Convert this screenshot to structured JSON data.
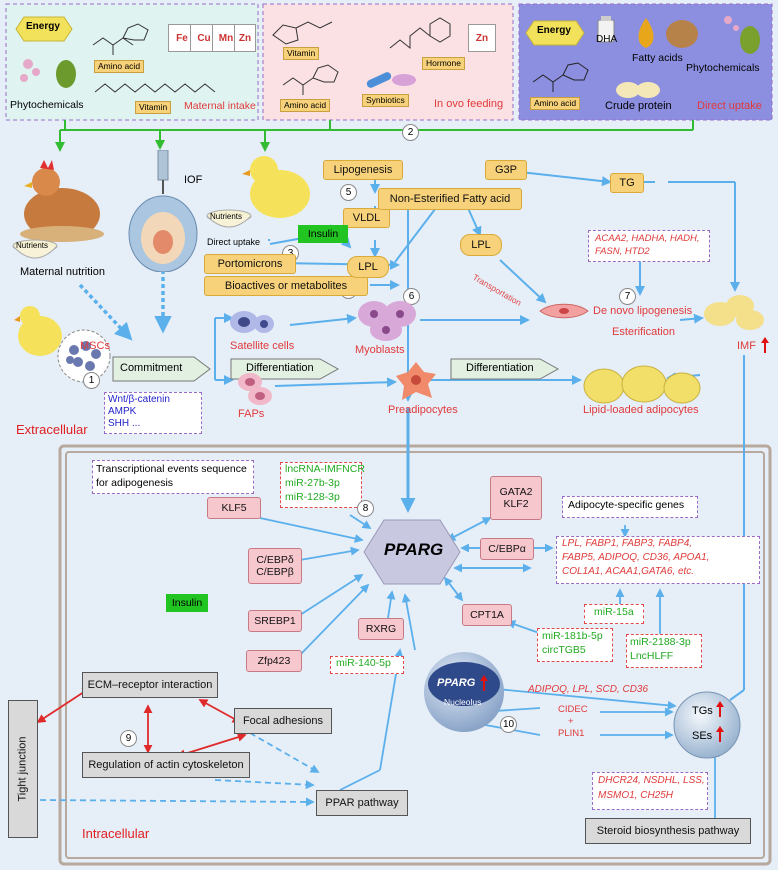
{
  "top_panels": {
    "maternal": {
      "title": "Maternal intake",
      "energy": "Energy",
      "amino_acid": "Amino acid",
      "phytochemicals": "Phytochemicals",
      "vitamin": "Vitamin",
      "elements": [
        "Fe",
        "Cu",
        "Mn",
        "Zn"
      ]
    },
    "inovo": {
      "title": "In ovo feeding",
      "vitamin": "Vitamin",
      "hormone": "Hormone",
      "amino_acid": "Amino acid",
      "synbiotics": "Synbiotics",
      "element": "Zn"
    },
    "direct": {
      "title": "Direct uptake",
      "energy": "Energy",
      "dha": "DHA",
      "fatty_acids": "Fatty acids",
      "phytochemicals": "Phytochemicals",
      "amino_acid": "Amino acid",
      "crude_protein": "Crude protein"
    }
  },
  "step_numbers": [
    "1",
    "2",
    "3",
    "4",
    "5",
    "6",
    "7",
    "8",
    "9",
    "10"
  ],
  "extracellular": {
    "label": "Extracellular",
    "maternal_nutrition": "Maternal nutrition",
    "nutrients": "Nutrients",
    "iof": "IOF",
    "direct_uptake": "Direct uptake",
    "mscs": "MSCs",
    "commitment": "Commitment",
    "signals": [
      "Wnt/β-catenin",
      "AMPK",
      "SHH ..."
    ],
    "satellite_cells": "Satellite cells",
    "myoblasts": "Myoblasts",
    "differentiation_1": "Differentiation",
    "differentiation_2": "Differentiation",
    "faps": "FAPs",
    "preadipocytes": "Preadipocytes",
    "lipid_loaded": "Lipid-loaded adipocytes",
    "lipogenesis": "Lipogenesis",
    "vldl": "VLDL",
    "insulin": "Insulin",
    "portomicrons": "Portomicrons",
    "bioactives": "Bioactives or metabolites",
    "lpl_1": "LPL",
    "nefa": "Non-Esterified Fatty acid",
    "g3p": "G3P",
    "tg": "TG",
    "lpl_2": "LPL",
    "transportation": "Transportation",
    "genes_7": [
      "ACAA2, HADHA, HADH,",
      "FASN, HTD2"
    ],
    "de_novo": "De novo lipogenesis",
    "esterification": "Esterification",
    "imf": "IMF"
  },
  "intracellular": {
    "label": "Intracellular",
    "transcriptional": [
      "Transcriptional events sequence",
      "for adipogenesis"
    ],
    "ncrna_8": [
      "lncRNA-IMFNCR",
      "miR-27b-3p",
      "miR-128-3p"
    ],
    "klf5": "KLF5",
    "gata2": [
      "GATA2",
      "KLF2"
    ],
    "cebp_db": [
      "C/EBPδ",
      "C/EBPβ"
    ],
    "pparg": "PPARG",
    "adipocyte_specific": "Adipocyte-specific genes",
    "target_genes": [
      "LPL, FABP1, FABP3, FABP4,",
      "FABP5, ADIPOQ, CD36, APOA1,",
      "COL1A1, ACAA1,GATA6, etc."
    ],
    "cebpa": "C/EBPα",
    "insulin": "Insulin",
    "srebp1": "SREBP1",
    "rxrg": "RXRG",
    "cpt1a": "CPT1A",
    "mir15a": "miR-15a",
    "mir181": [
      "miR-181b-5p",
      "circTGB5"
    ],
    "mir2188": [
      "miR-2188-3p",
      "LncHLFF"
    ],
    "zfp423": "Zfp423",
    "mir140": "miR-140-5p",
    "ecm": "ECM–receptor interaction",
    "focal": "Focal adhesions",
    "actin": "Regulation of actin cytoskeleton",
    "tight": "Tight junction",
    "ppar_pathway": "PPAR pathway",
    "nucleolus_gene": "PPARG",
    "nucleolus": "Nucleolus",
    "nuc_genes": "ADIPOQ, LPL, SCD, CD36",
    "cidec": [
      "CIDEC",
      "+",
      "PLIN1"
    ],
    "tgs": "TGs",
    "ses": "SEs",
    "steroid_genes": [
      "DHCR24, NSDHL, LSS,",
      "MSMO1, CH25H"
    ],
    "steroid_pathway": "Steroid biosynthesis pathway"
  },
  "colors": {
    "arrow_blue": "#5bb0ec",
    "arrow_green": "#33bb33",
    "arrow_red": "#e02a2a",
    "up_arrow": "#e01010"
  }
}
